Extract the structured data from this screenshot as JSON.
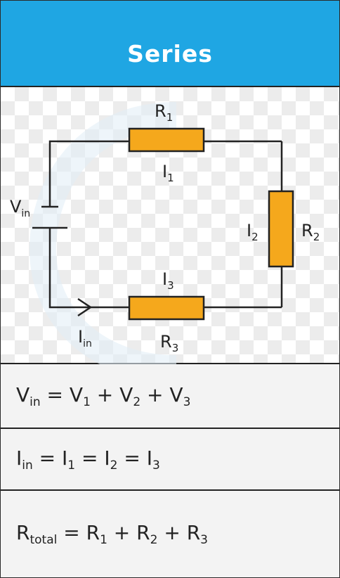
{
  "header": {
    "title": "Series"
  },
  "diagram": {
    "labels": {
      "r1": {
        "main": "R",
        "sub": "1"
      },
      "i1": {
        "main": "I",
        "sub": "1"
      },
      "vin": {
        "main": "V",
        "sub": "in"
      },
      "i2": {
        "main": "I",
        "sub": "2"
      },
      "r2": {
        "main": "R",
        "sub": "2"
      },
      "i3": {
        "main": "I",
        "sub": "3"
      },
      "iin": {
        "main": "I",
        "sub": "in"
      },
      "r3": {
        "main": "R",
        "sub": "3"
      }
    },
    "colors": {
      "resistor": "#f5a81c",
      "wire": "#222222"
    }
  },
  "equations": {
    "voltage": {
      "lhs": "V",
      "lhs_sub": "in",
      "op1": " = V",
      "s1": "1",
      "op2": " + V",
      "s2": "2",
      "op3": " + V",
      "s3": "3"
    },
    "current": {
      "lhs": "I",
      "lhs_sub": "in",
      "op1": " = I",
      "s1": "1",
      "op2": " = I",
      "s2": "2",
      "op3": " = I",
      "s3": "3"
    },
    "resistance": {
      "lhs": "R",
      "lhs_sub": "total",
      "op1": " = R",
      "s1": "1",
      "op2": " + R",
      "s2": "2",
      "op3": " + R",
      "s3": "3"
    }
  }
}
